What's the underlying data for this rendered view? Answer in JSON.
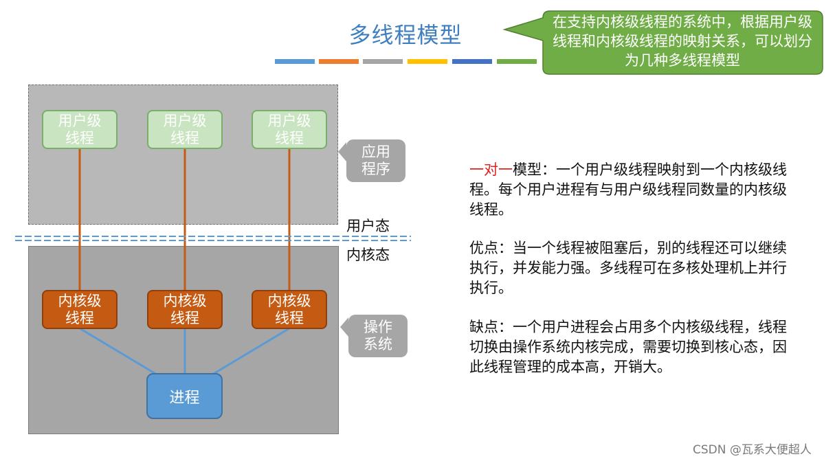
{
  "slide": {
    "title": "多线程模型",
    "callout": "在支持内核级线程的系统中，根据用户级线程和内核级线程的映射关系，可以划分为几种多线程模型",
    "accent_bar_colors": [
      "#5b9bd5",
      "#ed7d31",
      "#a5a5a5",
      "#ffc000",
      "#4472c4",
      "#70ad47"
    ]
  },
  "diagram": {
    "user_threads": [
      "用户级\n线程",
      "用户级\n线程",
      "用户级\n线程"
    ],
    "kernel_threads": [
      "内核级\n线程",
      "内核级\n线程",
      "内核级\n线程"
    ],
    "process": "进程",
    "app_tag": "应用\n程序",
    "os_tag": "操作\n系统",
    "user_mode": "用户态",
    "kernel_mode": "内核态"
  },
  "description": {
    "model_name": "一对一",
    "model_def": "模型：一个用户级线程映射到一个内核级线程。每个用户进程有与用户级线程同数量的内核级线程。",
    "pros": "优点：当一个线程被阻塞后，别的线程还可以继续执行，并发能力强。多线程可在多核处理机上并行执行。",
    "cons": "缺点：一个用户进程会占用多个内核级线程，线程切换由操作系统内核完成，需要切换到核心态，因此线程管理的成本高，开销大。"
  },
  "footer": {
    "credit": "CSDN @瓦系大便超人"
  }
}
